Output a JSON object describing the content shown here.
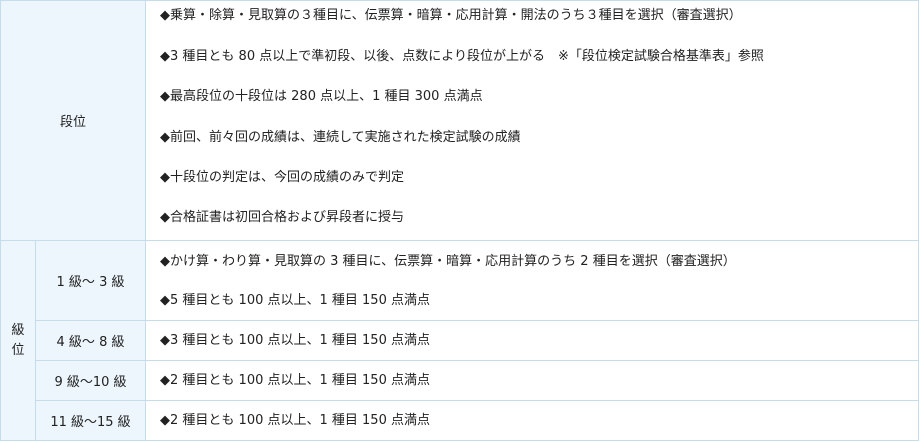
{
  "dan": {
    "label": "段位",
    "lines": [
      "◆乗算・除算・見取算の３種目に、伝票算・暗算・応用計算・開法のうち３種目を選択（審査選択）",
      "◆3 種目とも 80 点以上で準初段、以後、点数により段位が上がる　※「段位検定試験合格基準表」参照",
      "◆最高段位の十段位は 280 点以上、1 種目 300 点満点",
      "◆前回、前々回の成績は、連続して実施された検定試験の成績",
      "◆十段位の判定は、今回の成績のみで判定",
      "◆合格証書は初回合格および昇段者に授与"
    ]
  },
  "kyu": {
    "label": "級位",
    "rows": [
      {
        "grade": "1 級～ 3 級",
        "lines": [
          "◆かけ算・わり算・見取算の 3 種目に、伝票算・暗算・応用計算のうち 2 種目を選択（審査選択）",
          "◆5 種目とも 100 点以上、1 種目 150 点満点"
        ]
      },
      {
        "grade": "4 級～ 8 級",
        "lines": [
          "◆3 種目とも 100 点以上、1 種目 150 点満点"
        ]
      },
      {
        "grade": "9 級～10 級",
        "lines": [
          "◆2 種目とも 100 点以上、1 種目 150 点満点"
        ]
      },
      {
        "grade": "11 級～15 級",
        "lines": [
          "◆2 種目とも 100 点以上、1 種目 150 点満点"
        ]
      }
    ]
  }
}
